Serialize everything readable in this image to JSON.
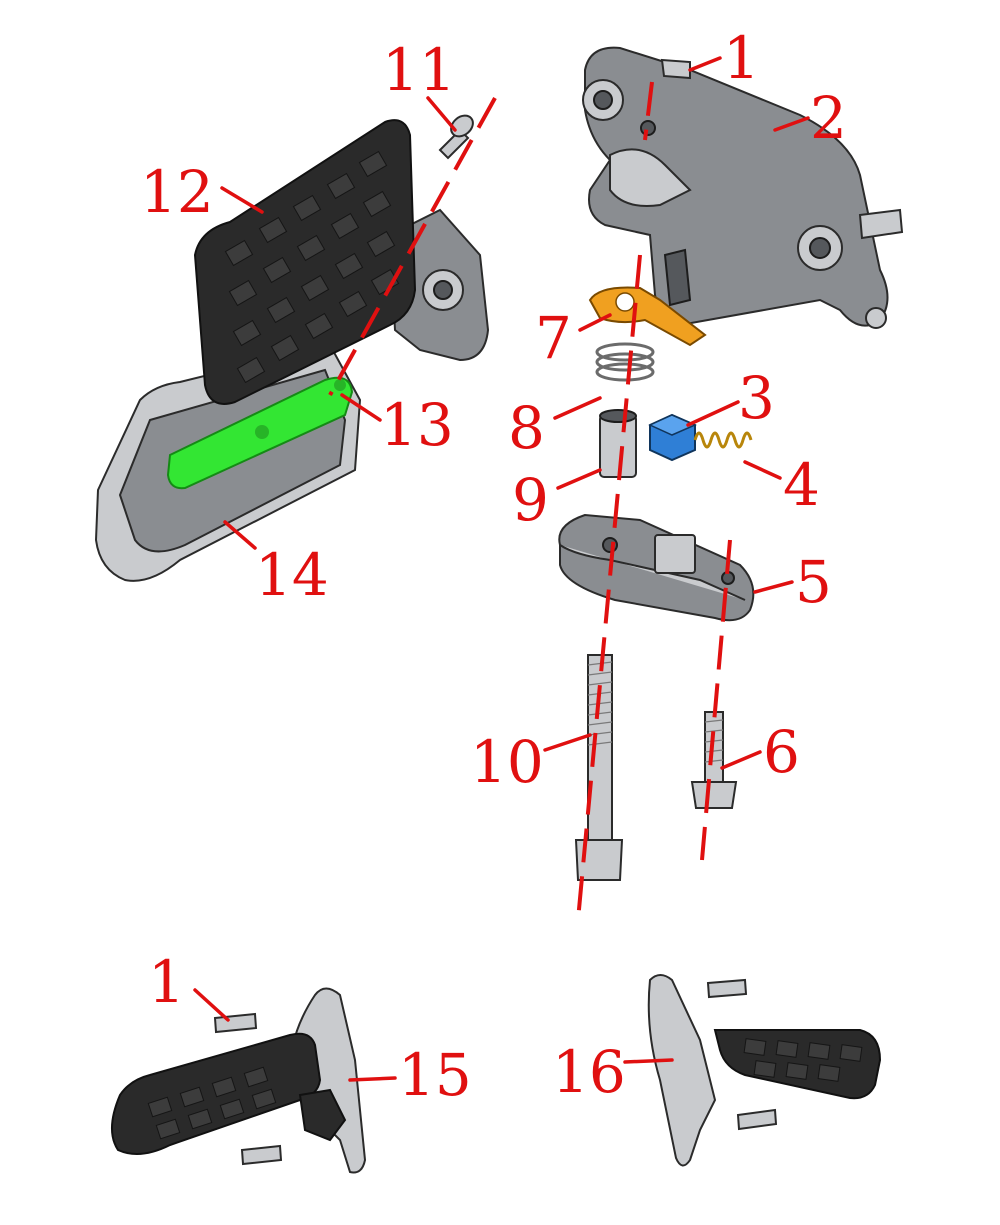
{
  "diagram": {
    "callouts": [
      {
        "id": "c1-top",
        "label": "1"
      },
      {
        "id": "c2",
        "label": "2"
      },
      {
        "id": "c3",
        "label": "3"
      },
      {
        "id": "c4",
        "label": "4"
      },
      {
        "id": "c5",
        "label": "5"
      },
      {
        "id": "c6",
        "label": "6"
      },
      {
        "id": "c7",
        "label": "7"
      },
      {
        "id": "c8",
        "label": "8"
      },
      {
        "id": "c9",
        "label": "9"
      },
      {
        "id": "c10",
        "label": "10"
      },
      {
        "id": "c11",
        "label": "11"
      },
      {
        "id": "c12",
        "label": "12"
      },
      {
        "id": "c13",
        "label": "13"
      },
      {
        "id": "c14",
        "label": "14"
      },
      {
        "id": "c1-bottom",
        "label": "1"
      },
      {
        "id": "c15",
        "label": "15"
      },
      {
        "id": "c16",
        "label": "16"
      }
    ],
    "colors": {
      "callout": "#e01010",
      "metal": "#8a8d91",
      "rubber": "#2a2a2a",
      "highlight_green": "#33e633",
      "orange_part": "#f0a020",
      "blue_part": "#2f7fd6",
      "spring_gold": "#b8860b"
    }
  }
}
